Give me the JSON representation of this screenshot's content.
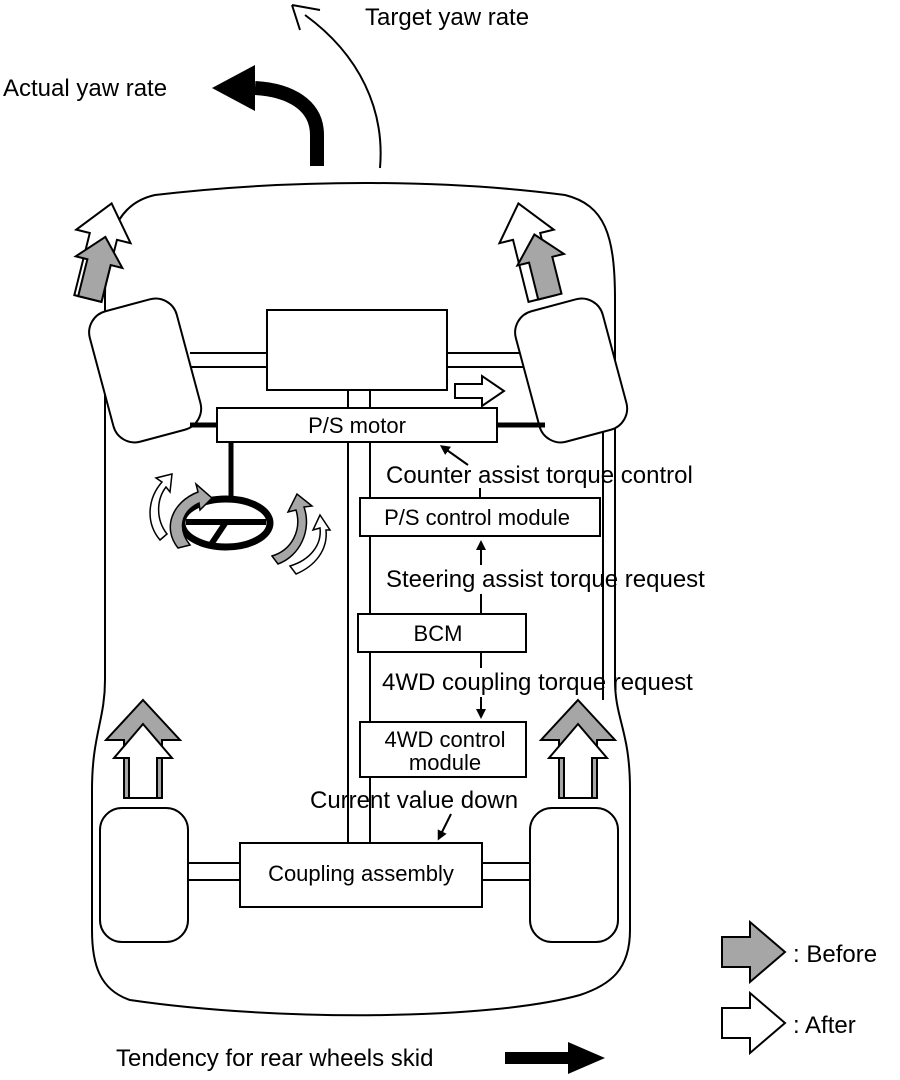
{
  "labels": {
    "target_yaw_rate": "Target yaw rate",
    "actual_yaw_rate": "Actual yaw rate",
    "ps_motor": "P/S motor",
    "counter_assist": "Counter assist torque control",
    "ps_control_module": "P/S control module",
    "steering_assist_request": "Steering assist torque request",
    "bcm": "BCM",
    "coupling_torque_request": "4WD coupling torque request",
    "fwd_control_module_line1": "4WD control",
    "fwd_control_module_line2": "module",
    "current_value_down": "Current value down",
    "coupling_assembly": "Coupling assembly",
    "rear_skid": "Tendency for rear wheels skid"
  },
  "legend": {
    "before": ": Before",
    "after": ": After"
  },
  "colors": {
    "before_fill": "#a6a6a6",
    "after_fill": "#ffffff",
    "stroke": "#000000"
  }
}
